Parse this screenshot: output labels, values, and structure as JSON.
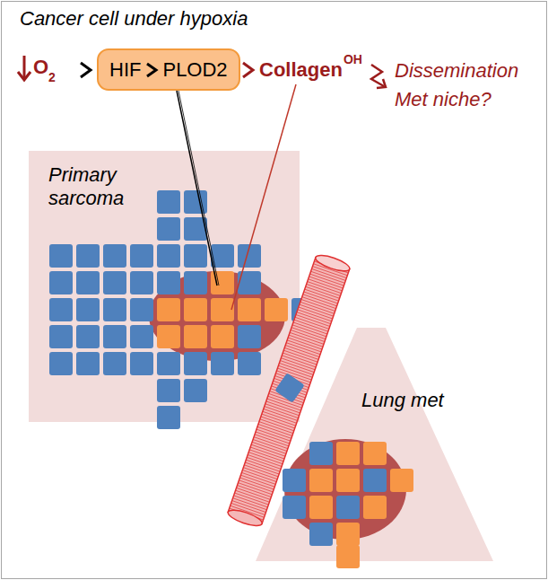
{
  "diagram": {
    "nodes": [
      {
        "text": [
          "HIF",
          "PLOD2"
        ]
      },
      {
        "text": [
          "Primary sarcoma"
        ]
      },
      {
        "text": [
          "Lung met"
        ]
      }
    ],
    "labels": [
      "Cancer cell under hypoxia",
      "O",
      "2",
      "Collagen",
      "OH",
      "Dissemination",
      "Met niche?"
    ]
  }
}
